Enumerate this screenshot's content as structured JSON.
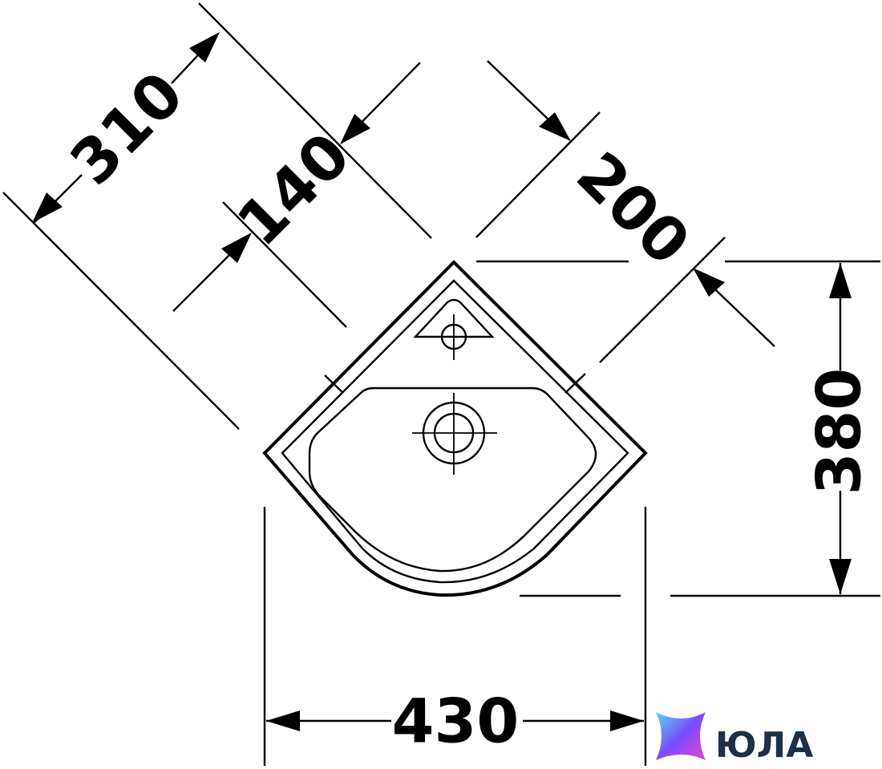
{
  "dimensions": {
    "depth_diagonal": "310",
    "tap_offset": "140",
    "side_length": "200",
    "height": "380",
    "width": "430"
  },
  "brand": {
    "name": "ЮЛА",
    "logo_icon": "gradient-diamond-icon",
    "logo_colors": [
      "#5ad8f0",
      "#7b4dff",
      "#e048c8"
    ]
  }
}
